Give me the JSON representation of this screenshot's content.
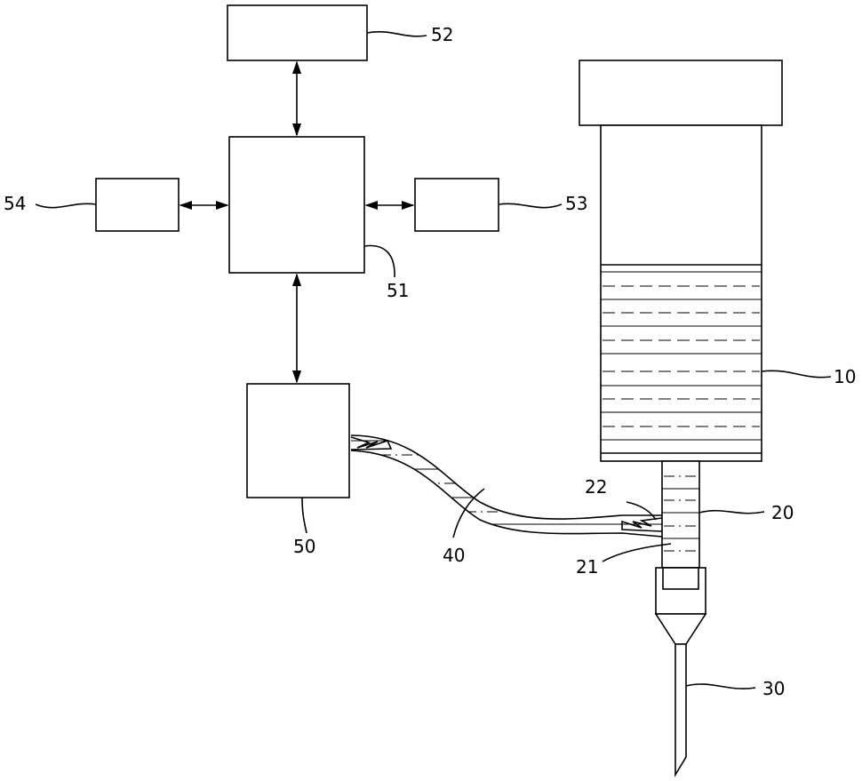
{
  "labels": {
    "reservoir": "10",
    "connector": "20",
    "connector_inner": "21",
    "connector_inlet": "22",
    "needle": "30",
    "tube": "40",
    "pump": "50",
    "controller": "51",
    "unit_top": "52",
    "unit_right": "53",
    "unit_left": "54"
  }
}
